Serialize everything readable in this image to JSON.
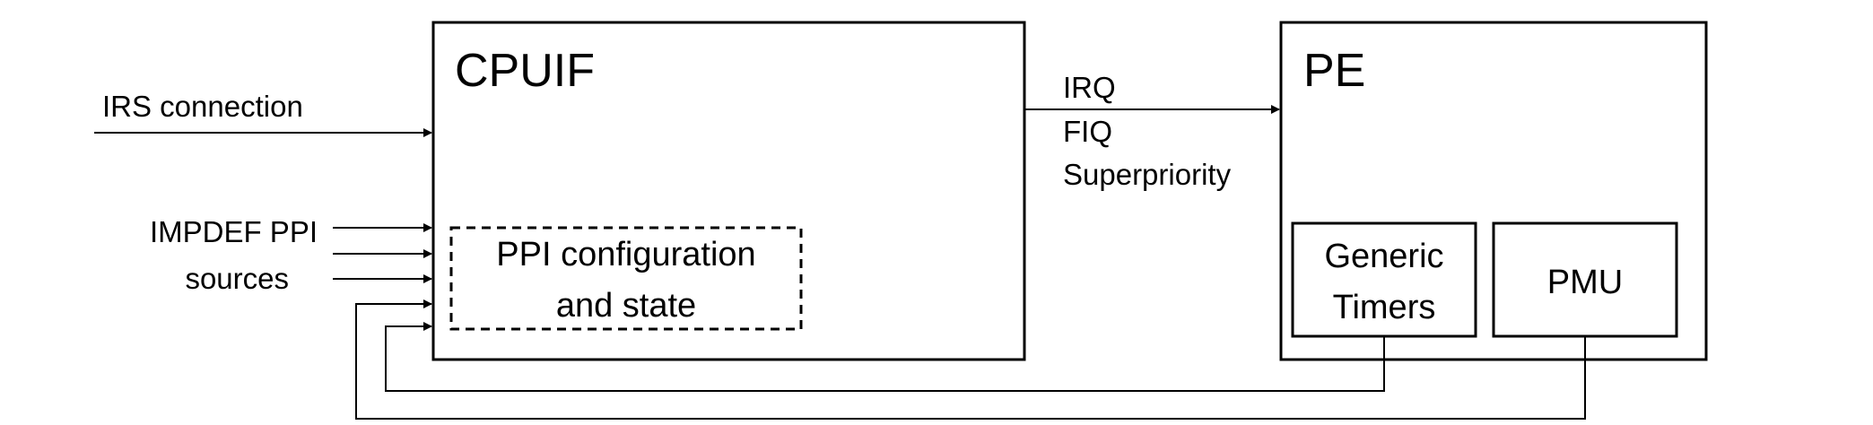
{
  "blocks": {
    "cpuif": {
      "title": "CPUIF"
    },
    "pe": {
      "title": "PE"
    },
    "ppi_config": {
      "line1": "PPI configuration",
      "line2": "and state"
    },
    "generic_timers": {
      "line1": "Generic",
      "line2": "Timers"
    },
    "pmu": {
      "label": "PMU"
    }
  },
  "inputs": {
    "irs_connection": "IRS connection",
    "impdef_line1": "IMPDEF PPI",
    "impdef_line2": "sources"
  },
  "signals": {
    "irq": "IRQ",
    "fiq": "FIQ",
    "superpriority": "Superpriority"
  },
  "colors": {
    "stroke": "#000000",
    "background": "#ffffff"
  }
}
